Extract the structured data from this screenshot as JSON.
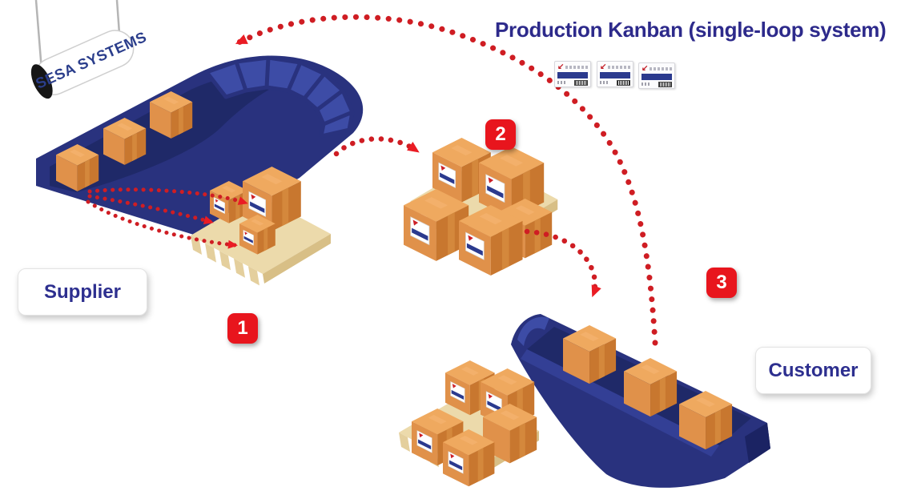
{
  "title": "Production Kanban (single-loop system)",
  "banner": {
    "text": "SESA SYSTEMS"
  },
  "labels": {
    "supplier": "Supplier",
    "customer": "Customer"
  },
  "steps": [
    {
      "number": "1"
    },
    {
      "number": "2"
    },
    {
      "number": "3"
    }
  ],
  "kanban_cards": {
    "count": 3
  },
  "colors": {
    "title_text": "#2d2a8b",
    "label_text": "#2d2f8f",
    "conveyor_navy": "#29327e",
    "conveyor_bed": "#1f2968",
    "conveyor_panel": "#3d4ca6",
    "box_orange": "#e0914a",
    "box_top": "#efa95f",
    "box_side": "#c8772f",
    "pallet_tan": "#ecdaab",
    "arrow_red": "#cf1d23",
    "arrowhead_red": "#ea1c24",
    "badge_red": "#e8151d",
    "card_bar_navy": "#2b3a8e"
  }
}
